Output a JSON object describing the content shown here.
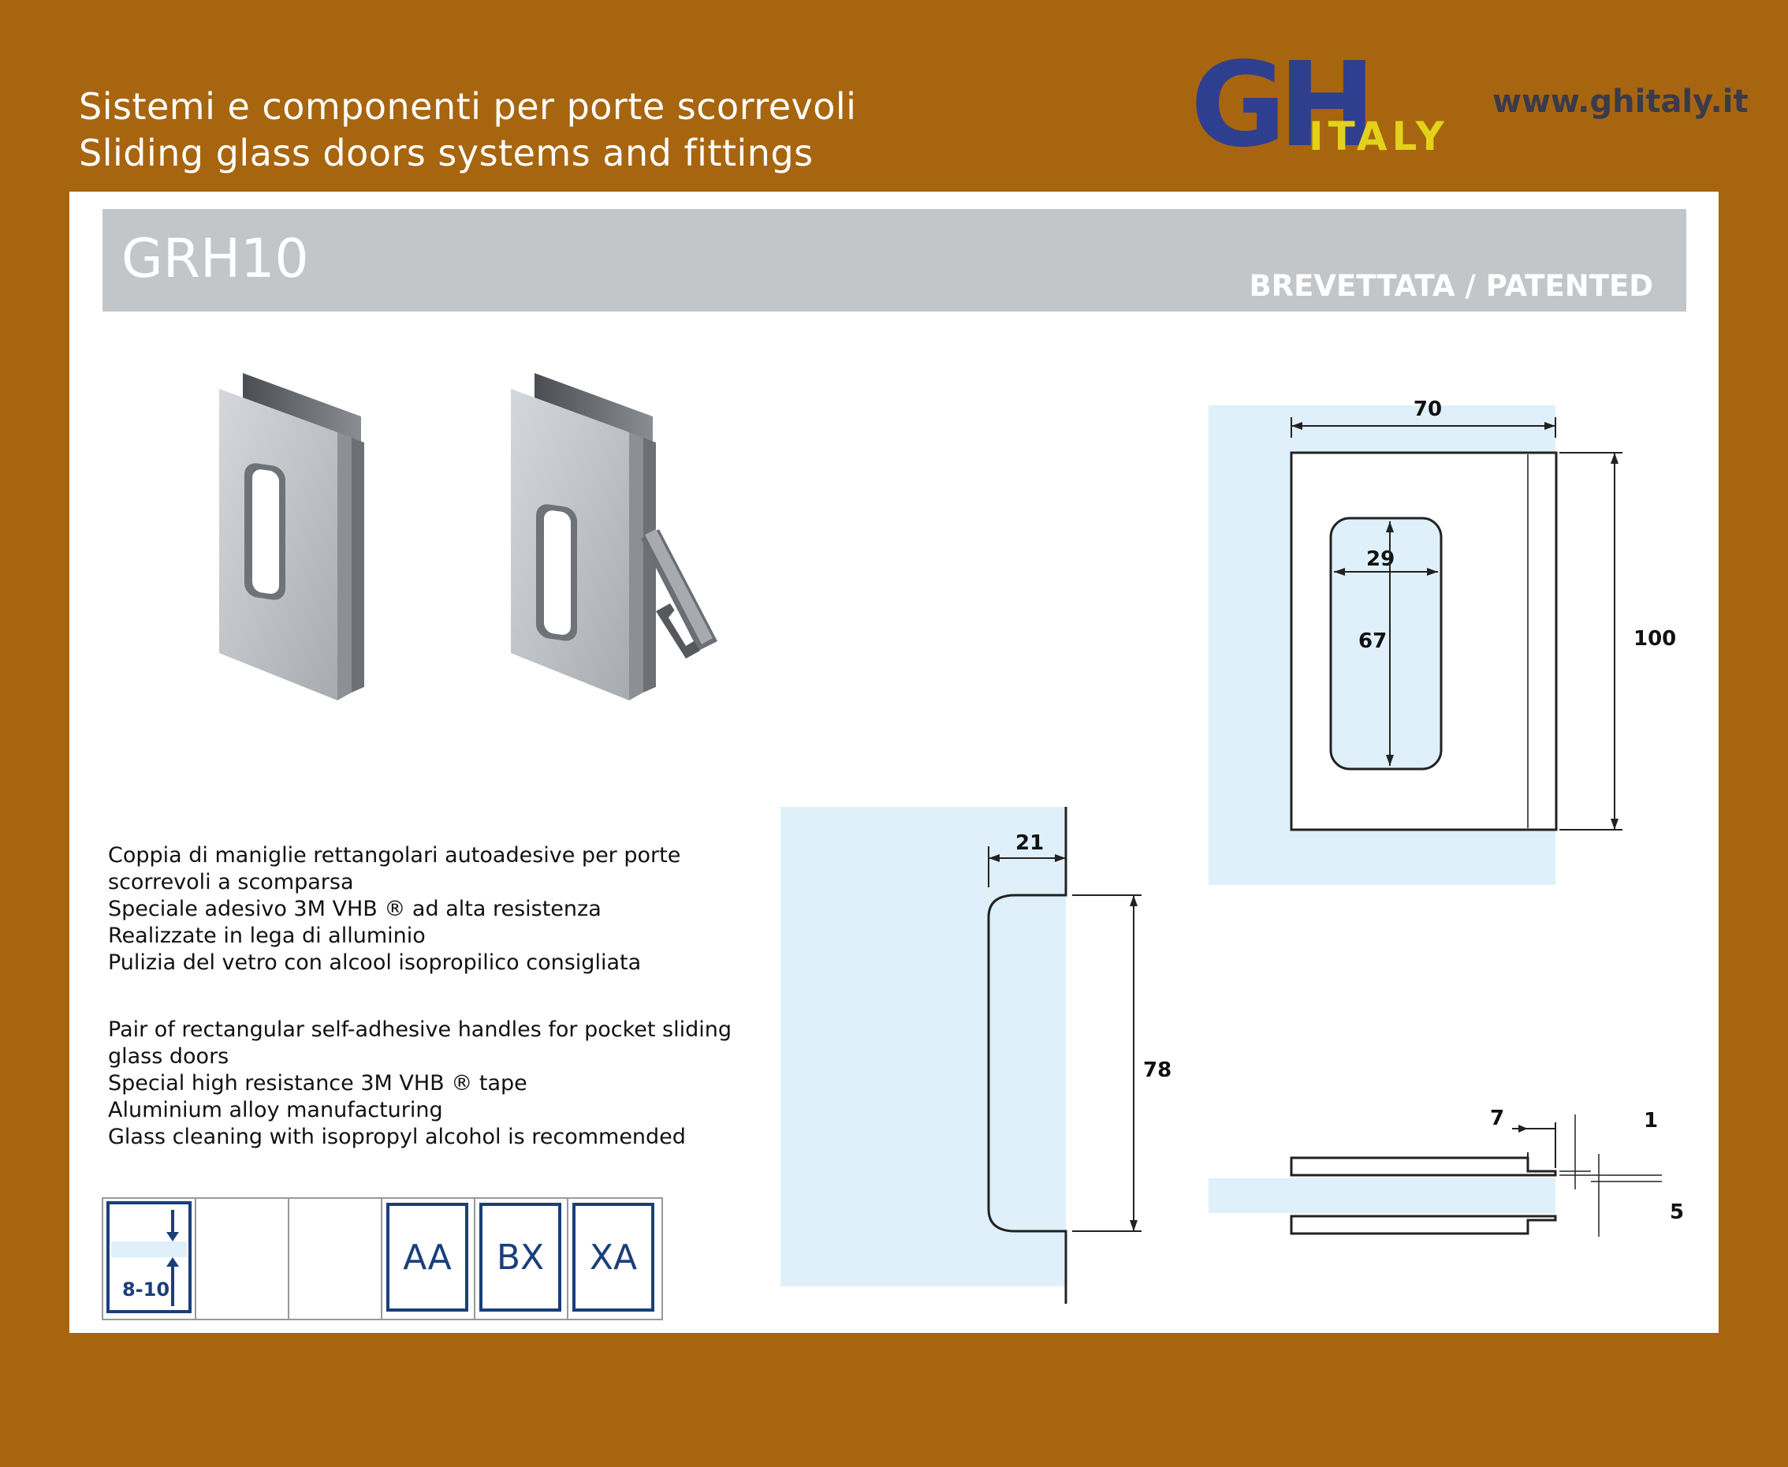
{
  "header": {
    "line_it": "Sistemi e componenti per porte scorrevoli",
    "line_en": "Sliding glass doors systems and fittings",
    "logo_text": "GH",
    "logo_sub": "ITALY",
    "website": "www.ghitaly.it"
  },
  "product": {
    "code": "GRH10",
    "patent": "BREVETTATA / PATENTED"
  },
  "description_it": [
    "Coppia di maniglie rettangolari autoadesive per porte\nscorrevoli a scomparsa",
    "Speciale adesivo 3M VHB ® ad alta resistenza",
    "Realizzate in lega di alluminio",
    "Pulizia del vetro con alcool isopropilico consigliata"
  ],
  "description_en": [
    "Pair of rectangular self-adhesive handles for pocket sliding\nglass doors",
    "Special high resistance 3M VHB ® tape",
    "Aluminium alloy manufacturing",
    "Glass cleaning with isopropyl alcohol is recommended"
  ],
  "icons": {
    "glass_thickness": "8-10",
    "finish_codes": [
      "AA",
      "BX",
      "XA"
    ]
  },
  "dimensions": {
    "front_width": "70",
    "front_height": "100",
    "grip_width": "29",
    "grip_height": "67",
    "side_7": "7",
    "side_1": "1",
    "side_5": "5",
    "profile_depth": "21",
    "profile_height": "78"
  },
  "colors": {
    "background": "#a8650f",
    "title_bar": "#c2c6c9",
    "glass": "#dff0fb",
    "finish_code": "#1a3f7a",
    "logo_blue": "#2f3f8f",
    "logo_yellow": "#e3d21a"
  }
}
